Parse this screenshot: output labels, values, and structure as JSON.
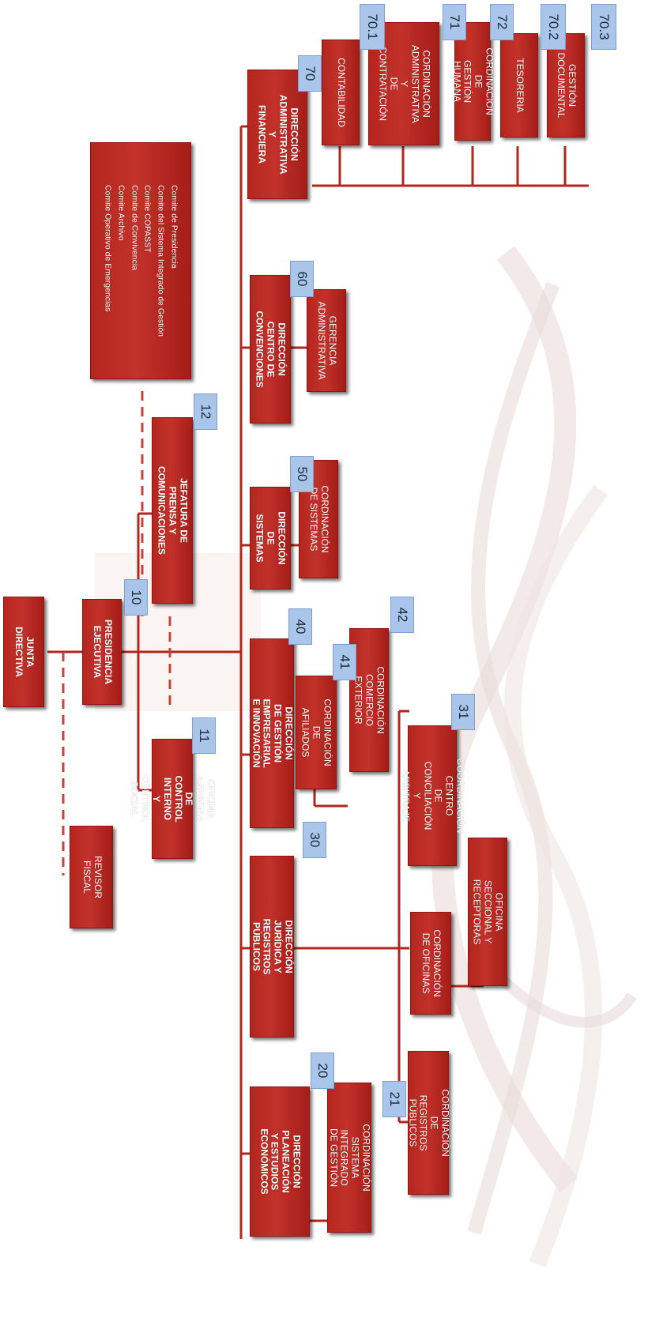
{
  "colors": {
    "box": "#b3261e",
    "tag": "#a9c6ea",
    "line": "#b3261e",
    "watermark": "#e6d6d4"
  },
  "boxes": {
    "junta": "JUNTA DIRECTIVA",
    "revisor": "REVISOR FISCAL",
    "presidencia": "PRESIDENCIA\nEJECUTIVA",
    "oficina_control": "OFICINA ASESORA DE\nCONTROL INTERNO Y\nCONTROL SOCIAL",
    "jefatura_prensa": "JEFATURA DE PRENSA Y\nCOMUNICACIONES",
    "comites": [
      "Comite de Presidencia",
      "Comite del Sistema Integrado de Gestión",
      "Comite COPASST",
      "Comite de Convivencia",
      "Comite Archivo",
      "Comite Operativo de Emergencias"
    ],
    "dir_planeacion": "DIRECCIÓN\nPLANEACIÓN Y ESTUDIOS\nECONÓMICOS",
    "coord_sig": "CORDINACIÓN SISTEMA\nINTEGRADO DE GESTIÓN",
    "dir_juridica": "DIRECCIÓN JURÍDICA Y\nREGISTROS PÚBLICOS",
    "coord_registros": "CORDINACIÓN DE\nREGISTROS PÚBLICOS",
    "coord_oficinas": "CORDINACIÓN\nDE OFICINAS",
    "oficina_seccional": "OFICINA SECCIONAL Y\nRECEPTORAS",
    "coord_centro_conciliacion": "COORDINACIÓN CENTRO\nDE CONCILIACIÓN Y\nARBITRAJE",
    "dir_gestion_empresarial": "DIRECCIÓN DE GESTIÓN\nEMPRESARIAL E INNOVACIÓN",
    "coord_afiliados": "CORDINACIÓN DE\nAFILIADOS",
    "coord_comercio": "CORDINACIÓN\nCOMERCIO EXTERIOR",
    "dir_sistemas": "DIRECCIÓN DE\nSISTEMAS",
    "coord_sistemas": "CORDINACIÓN\nDE SISTEMAS",
    "dir_centro_convenciones": "DIRECCIÓN CENTRO DE\nCONVENCIONES",
    "gerencia_admin": "GERENCIA\nADMINISTRATIVA",
    "dir_administrativa": "DIRECCIÓN\nADMINISTRATIVA Y\nFINANCIERA",
    "contabilidad": "CONTABILIDAD",
    "coord_admin_contratacion": "CORDINACIÓN\nADMINISTRATIVA Y\nDE CONTRATACIÓN",
    "coord_gestion_humana": "CORDINACIÓN DE\nGESTIÓN HUMANA",
    "tesoreria": "TESORERIA",
    "gestion_documental": "GESTIÓN\nDOCUMENTAL"
  },
  "tags": {
    "t10": "10",
    "t11": "11",
    "t12": "12",
    "t20": "20",
    "t21": "21",
    "t30": "30",
    "t31": "31",
    "t40": "40",
    "t41": "41",
    "t42": "42",
    "t50": "50",
    "t60": "60",
    "t70": "70",
    "t70_1": "70.1",
    "t71": "71",
    "t72": "72",
    "t70_2": "70.2",
    "t70_3": "70.3"
  }
}
